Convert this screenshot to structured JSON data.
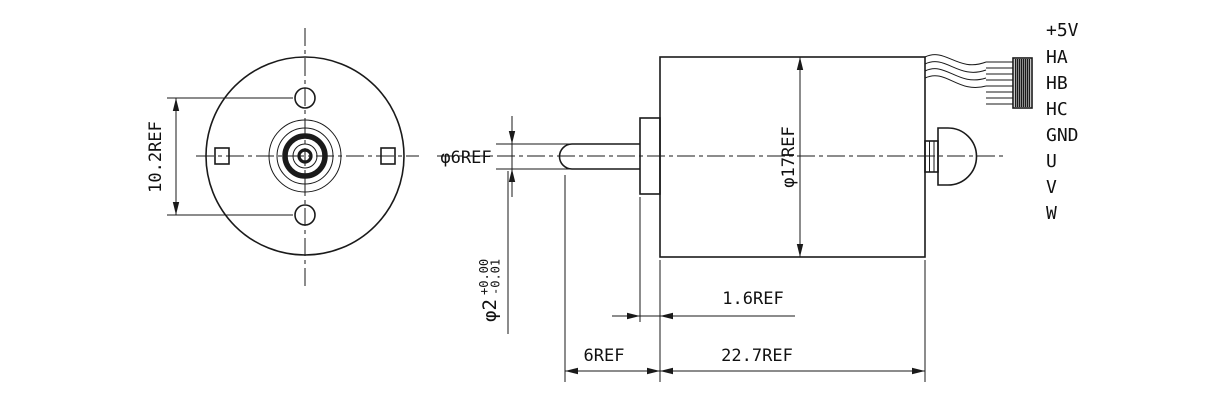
{
  "colors": {
    "line": "#1a1a1a",
    "background": "#ffffff"
  },
  "front_view": {
    "height_dim": "10.2REF"
  },
  "side_view": {
    "shaft_dia_dim": "φ6REF",
    "small_shaft_dia": "φ2",
    "small_shaft_tol_plus": "+0.00",
    "small_shaft_tol_minus": "-0.01",
    "body_dia_dim": "φ17REF",
    "flange_len_dim": "1.6REF",
    "shaft_len_dim": "6REF",
    "body_len_dim": "22.7REF"
  },
  "wire_labels": [
    "+5V",
    "HA",
    "HB",
    "HC",
    "GND",
    "U",
    "V",
    "W"
  ]
}
